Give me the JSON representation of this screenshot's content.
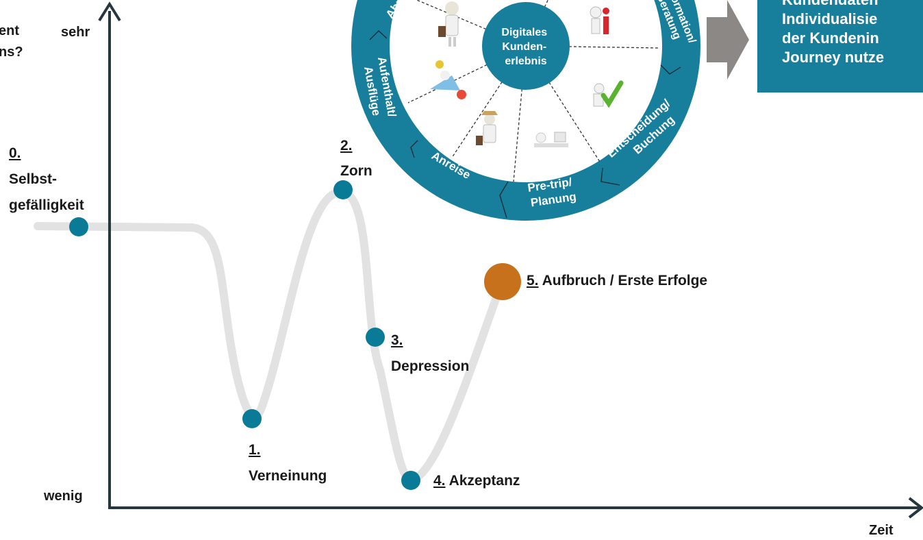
{
  "y_axis": {
    "label_top_partial": "ent\nns?",
    "high": "sehr",
    "low": "wenig"
  },
  "x_axis": {
    "label": "Zeit"
  },
  "stages": [
    {
      "number": "0.",
      "name": "Selbst-\ngefälligkeit"
    },
    {
      "number": "1.",
      "name": "Verneinung"
    },
    {
      "number": "2.",
      "name": "Zorn"
    },
    {
      "number": "3.",
      "name": "Depression"
    },
    {
      "number": "4.",
      "name": "Akzeptanz"
    },
    {
      "number": "5.",
      "name": "Aufbruch / Erste Erfolge"
    }
  ],
  "wheel": {
    "center": "Digitales\nKunden-\nerlebnis",
    "segments": [
      "Abr",
      "Information/\nBeratung",
      "Entscheidung/\nBuchung",
      "Pre-trip/\nPlanung",
      "Anreise",
      "Aufenthalt/\nAusflüge"
    ]
  },
  "callout": {
    "text": "Kundendaten\nIndividualisie\nder Kundenin\nJourney nutze"
  },
  "colors": {
    "marker": "#0a7b97",
    "highlight_marker": "#c8711c",
    "curve": "#e2e2e2",
    "wheel_ring": "#177e9c",
    "arrow": "#8c8886",
    "axis": "#26363f"
  }
}
